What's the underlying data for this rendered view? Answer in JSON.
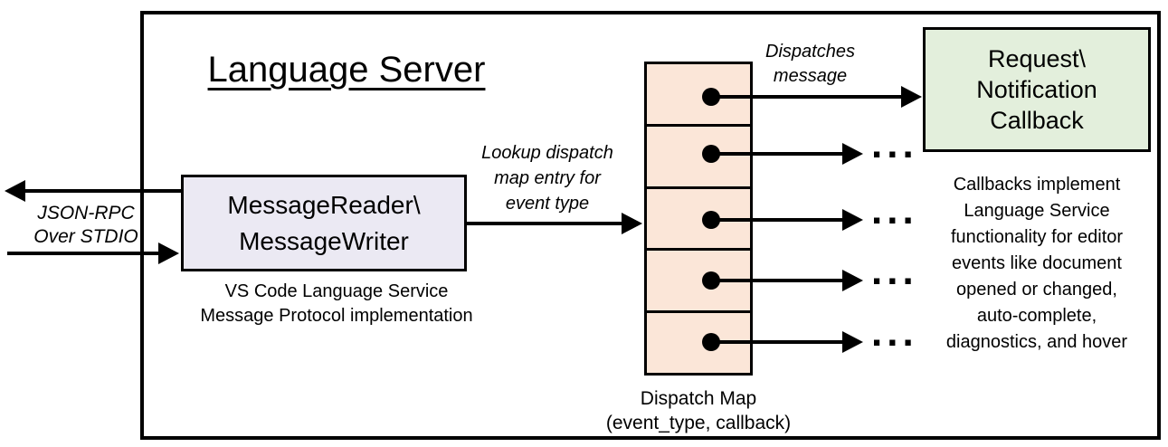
{
  "title": "Language Server",
  "io_label": {
    "lines": [
      "JSON-RPC",
      "Over STDIO"
    ]
  },
  "reader_box": {
    "lines": [
      "MessageReader\\",
      "MessageWriter"
    ]
  },
  "reader_caption": {
    "lines": [
      "VS Code Language Service",
      "Message Protocol implementation"
    ]
  },
  "lookup_label": {
    "lines": [
      "Lookup dispatch",
      "map entry for",
      "event type"
    ]
  },
  "dispatches_label": {
    "lines": [
      "Dispatches",
      "message"
    ]
  },
  "callback_box": {
    "lines": [
      "Request\\",
      "Notification",
      "Callback"
    ]
  },
  "callbacks_note": {
    "lines": [
      "Callbacks implement",
      "Language Service",
      "functionality for editor",
      "events like document",
      "opened or changed,",
      "auto-complete,",
      "diagnostics, and hover"
    ]
  },
  "dispatch_map_caption": {
    "lines": [
      "Dispatch Map",
      "(event_type, callback)"
    ]
  },
  "ellipsis": "...",
  "dispatch_map": {
    "rows": 5
  },
  "colors": {
    "reader_box_fill": "#ebe9f3",
    "dispatch_map_fill": "#fbe6d8",
    "callback_box_fill": "#e3efdc",
    "line": "#000000",
    "background": "#ffffff"
  }
}
